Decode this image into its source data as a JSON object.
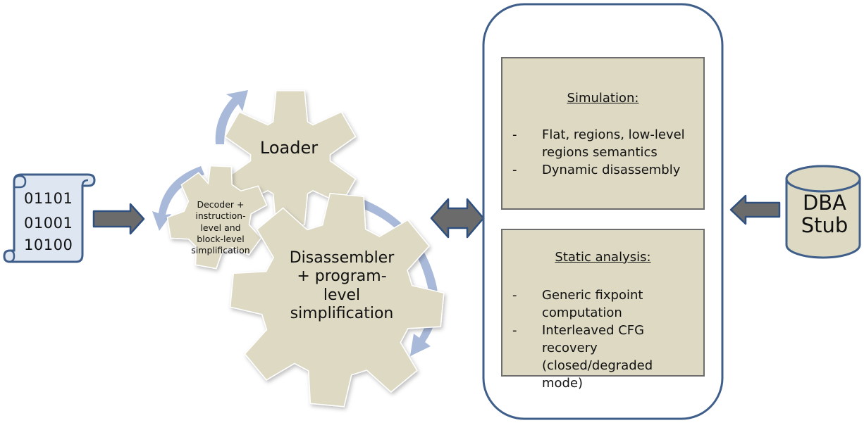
{
  "binary_scroll": {
    "lines": [
      "01101",
      "01001",
      "10100"
    ]
  },
  "gears": {
    "loader": "Loader",
    "decoder": [
      "Decoder +",
      "instruction-",
      "level  and",
      "block-level",
      "simplification"
    ],
    "disassembler": [
      "Disassembler",
      "+ program-",
      "level",
      "simplification"
    ]
  },
  "simulation": {
    "title": "Simulation:",
    "items": [
      "Flat, regions, low-level regions semantics",
      "Dynamic disassembly"
    ]
  },
  "static_analysis": {
    "title": "Static analysis:",
    "items": [
      "Generic fixpoint computation",
      "Interleaved CFG recovery (closed/degraded mode)"
    ]
  },
  "dba_stub": [
    "DBA",
    "Stub"
  ],
  "bullet": "-",
  "colors": {
    "gear_fill": "#ddd9c3",
    "gear_stroke": "#ffffff",
    "panel_fill": "#ddd9c3",
    "container_stroke": "#3f5f8a",
    "arrow_fill": "#6b6b6b",
    "arrow_stroke": "#2f4f7f",
    "cycle_arrow": "#a9b9d9",
    "scroll_fill": "#dde6f1"
  }
}
